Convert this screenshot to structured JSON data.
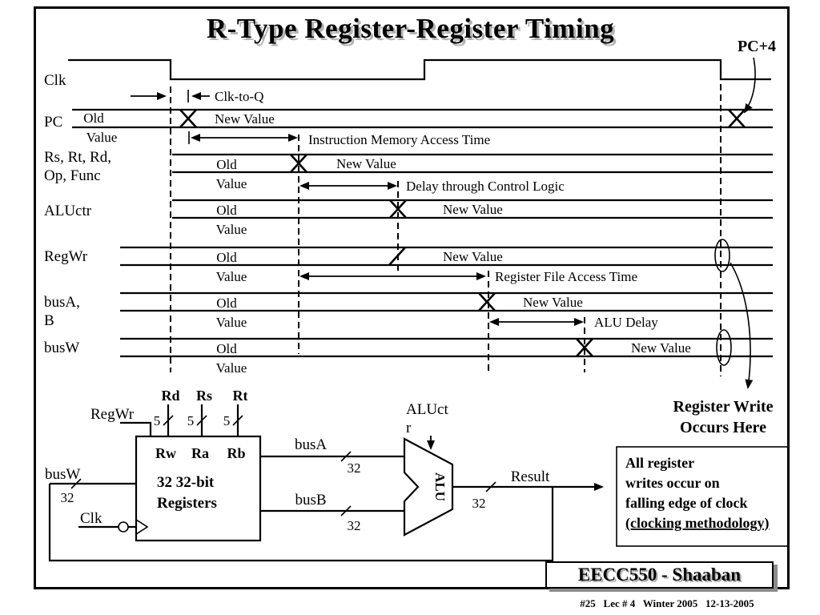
{
  "title": "R-Type Register-Register Timing",
  "pc_plus_4": "PC+4",
  "timing": {
    "signals": {
      "clk": "Clk",
      "pc": "PC",
      "rsrtrd_line1": "Rs, Rt, Rd,",
      "rsrtrd_line2": "Op, Func",
      "aluctr": "ALUctr",
      "regwr": "RegWr",
      "busab_line1": "busA,",
      "busab_line2": "B",
      "busw": "busW"
    },
    "old": "Old",
    "value": "Value",
    "new_value": "New Value",
    "annotations": {
      "clk_to_q": "Clk-to-Q",
      "imem": "Instruction Memory Access Time",
      "control": "Delay through Control Logic",
      "regfile": "Register File Access Time",
      "alu_delay": "ALU Delay"
    },
    "reg_write_line1": "Register Write",
    "reg_write_line2": "Occurs Here"
  },
  "datapath": {
    "regwr": "RegWr",
    "rd": "Rd",
    "rs": "Rs",
    "rt": "Rt",
    "bit5": "5",
    "rw": "Rw",
    "ra": "Ra",
    "rb": "Rb",
    "regfile_line1": "32 32-bit",
    "regfile_line2": "Registers",
    "busw": "busW",
    "bit32": "32",
    "clk": "Clk",
    "busa": "busA",
    "busb": "busB",
    "aluctr_line1": "ALUct",
    "aluctr_line2": "r",
    "alu": "ALU",
    "result": "Result"
  },
  "note": {
    "line1": "All register",
    "line2": "writes occur on",
    "line3": "falling edge of clock",
    "line4": "(clocking methodology)"
  },
  "footer": {
    "course": "EECC550 - Shaaban",
    "page_info": "#25   Lec # 4   Winter 2005   12-13-2005"
  }
}
